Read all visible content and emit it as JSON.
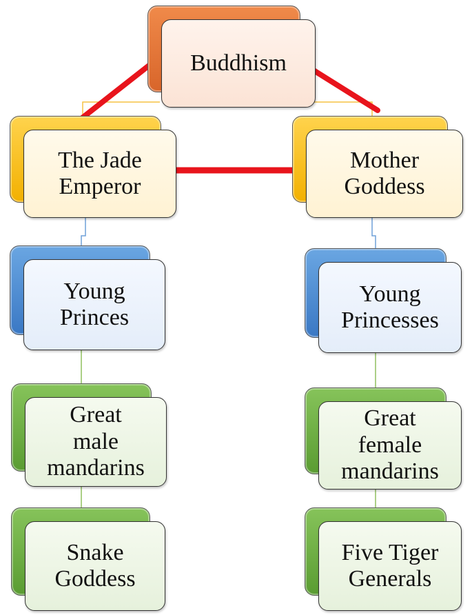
{
  "nodes": {
    "buddhism": "Buddhism",
    "jade_emperor": "The Jade\nEmperor",
    "mother_goddess": "Mother\nGoddess",
    "young_princes": "Young\nPrinces",
    "young_princesses": "Young\nPrincesses",
    "great_male_mandarins": "Great\nmale\nmandarins",
    "great_female_mandarins": "Great\nfemale\nmandarins",
    "snake_goddess": "Snake\nGoddess",
    "five_tiger_generals": "Five Tiger\nGenerals"
  },
  "colors": {
    "triad_link": "#e8141c",
    "tree_link_gold": "#f5c242",
    "tree_link_blue": "#6fa0d8",
    "tree_link_green": "#8fbf5e",
    "tier1": "#e8743b",
    "tier2": "#f7b900",
    "tier3": "#4d8fd6",
    "tier4": "#70ad47"
  }
}
